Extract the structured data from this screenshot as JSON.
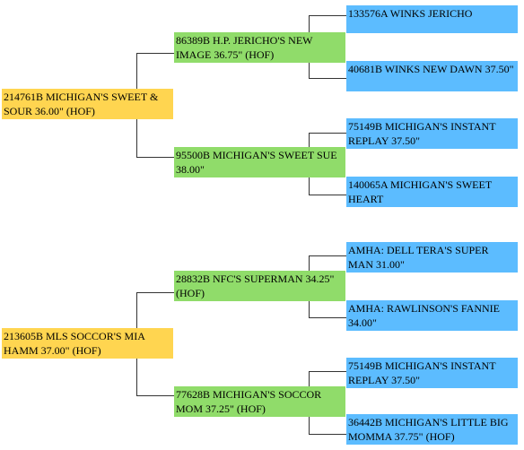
{
  "pedigrees": [
    {
      "root": "214761B MICHIGAN'S SWEET & SOUR 36.00\" (HOF)",
      "sire": "86389B H.P. JERICHO'S NEW IMAGE 36.75\" (HOF)",
      "dam": "95500B MICHIGAN'S SWEET SUE 38.00\"",
      "sire_sire": "133576A WINKS JERICHO",
      "sire_dam": "40681B WINKS NEW DAWN 37.50\"",
      "dam_sire": "75149B MICHIGAN'S INSTANT REPLAY 37.50\"",
      "dam_dam": "140065A MICHIGAN'S SWEET HEART"
    },
    {
      "root": "213605B MLS SOCCOR'S MIA HAMM 37.00\" (HOF)",
      "sire": "28832B NFC'S SUPERMAN 34.25\" (HOF)",
      "dam": "77628B MICHIGAN'S SOCCOR MOM 37.25\" (HOF)",
      "sire_sire": "AMHA: DELL TERA'S SUPER MAN 31.00\"",
      "sire_dam": "AMHA: RAWLINSON'S FANNIE 34.00\"",
      "dam_sire": "75149B MICHIGAN'S INSTANT REPLAY 37.50\"",
      "dam_dam": "36442B MICHIGAN'S LITTLE BIG MOMMA 37.75\" (HOF)"
    }
  ],
  "colors": {
    "generation1": "#ffd550",
    "generation2": "#90dc6a",
    "generation3": "#5cbcff",
    "connector": "#333333"
  }
}
